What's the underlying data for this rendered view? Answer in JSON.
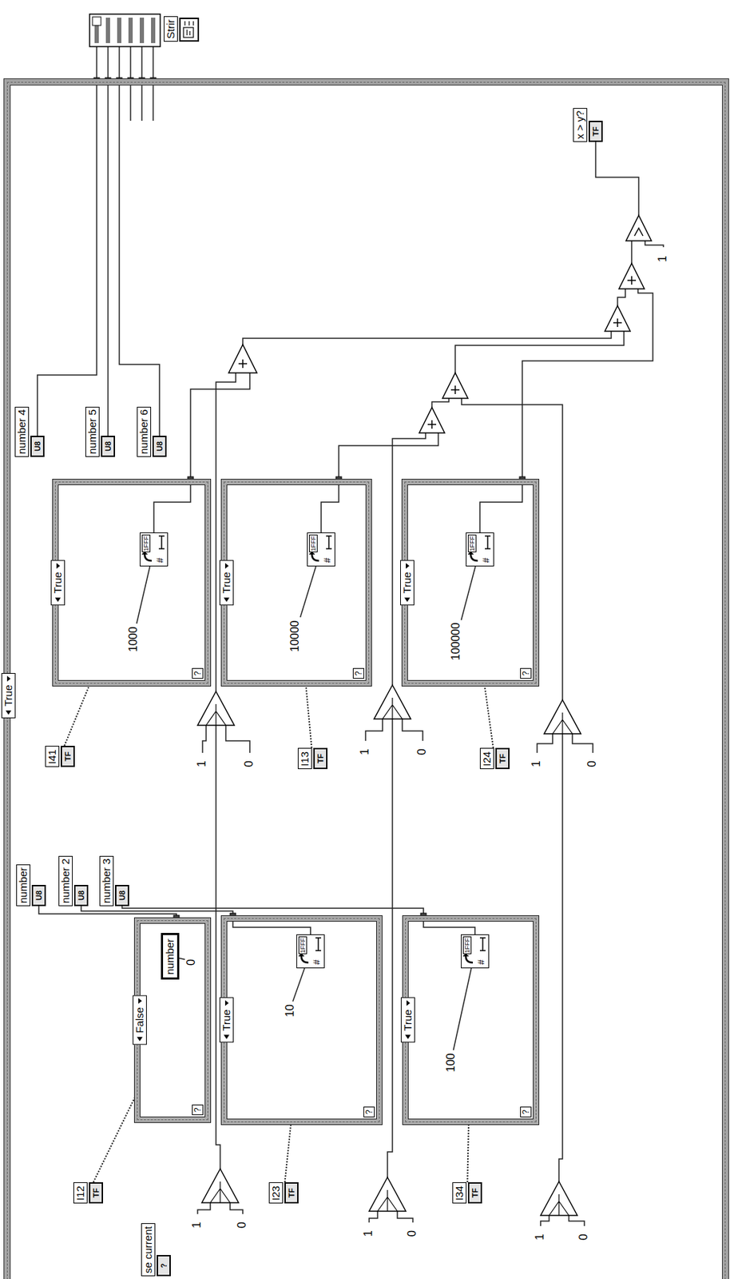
{
  "diagram": {
    "nodes": [
      {
        "text": [
          "True"
        ]
      },
      {
        "text": [
          "False",
          "?"
        ],
        "in": 0
      },
      {
        "text": [
          "number"
        ],
        "in": 1
      },
      {
        "text": [
          "0"
        ],
        "in": 1
      },
      {
        "text": [
          "True",
          "?"
        ],
        "in": 0
      },
      {
        "text": [
          "#",
          "1FFF"
        ],
        "in": 4
      },
      {
        "text": [
          "10"
        ],
        "in": 4
      },
      {
        "text": [
          "True",
          "?"
        ],
        "in": 0
      },
      {
        "text": [
          "#",
          "1FFF"
        ],
        "in": 7
      },
      {
        "text": [
          "100"
        ],
        "in": 7
      },
      {
        "text": [
          "True",
          "?"
        ],
        "in": 0
      },
      {
        "text": [
          "#",
          "1FFF"
        ],
        "in": 10
      },
      {
        "text": [
          "1000"
        ],
        "in": 10
      },
      {
        "text": [
          "True",
          "?"
        ],
        "in": 0
      },
      {
        "text": [
          "#",
          "1FFF"
        ],
        "in": 13
      },
      {
        "text": [
          "10000"
        ],
        "in": 13
      },
      {
        "text": [
          "True",
          "?"
        ],
        "in": 0
      },
      {
        "text": [
          "#",
          "1FFF"
        ],
        "in": 16
      },
      {
        "text": [
          "100000"
        ],
        "in": 16
      },
      {
        "text": [
          "number",
          "U8"
        ],
        "in": 0
      },
      {
        "text": [
          "number 2",
          "U8"
        ],
        "in": 0
      },
      {
        "text": [
          "number 3",
          "U8"
        ],
        "in": 0
      },
      {
        "text": [
          "number 4",
          "U8"
        ],
        "in": 0
      },
      {
        "text": [
          "number 5",
          "U8"
        ],
        "in": 0
      },
      {
        "text": [
          "number 6",
          "U8"
        ],
        "in": 0
      },
      {
        "text": [
          "I12",
          "TF"
        ],
        "in": 0
      },
      {
        "text": [
          "I23",
          "TF"
        ],
        "in": 0
      },
      {
        "text": [
          "I34",
          "TF"
        ],
        "in": 0
      },
      {
        "text": [
          "I41",
          "TF"
        ],
        "in": 0
      },
      {
        "text": [
          "I13",
          "TF"
        ],
        "in": 0
      },
      {
        "text": [
          "I24",
          "TF"
        ],
        "in": 0
      },
      {
        "text": [
          "1"
        ],
        "in": 0
      },
      {
        "text": [
          "0"
        ],
        "in": 0
      },
      {
        "text": [
          "1"
        ],
        "in": 0
      },
      {
        "text": [
          "0"
        ],
        "in": 0
      },
      {
        "text": [
          "1"
        ],
        "in": 0
      },
      {
        "text": [
          "0"
        ],
        "in": 0
      },
      {
        "text": [
          "1"
        ],
        "in": 0
      },
      {
        "text": [
          "0"
        ],
        "in": 0
      },
      {
        "text": [
          "1"
        ],
        "in": 0
      },
      {
        "text": [
          "0"
        ],
        "in": 0
      },
      {
        "text": [
          "1"
        ],
        "in": 0
      },
      {
        "text": [
          "0"
        ],
        "in": 0
      },
      {
        "text": [
          "1"
        ],
        "in": 0
      },
      {
        "text": [
          "x > y?",
          "TF"
        ],
        "in": 0
      },
      {
        "text": [
          "se current",
          "?"
        ],
        "in": 0
      },
      {
        "text": [
          "Strir"
        ]
      }
    ],
    "edges": [
      {
        "from": 25,
        "to": 1,
        "arrow": "none"
      },
      {
        "from": 26,
        "to": 4,
        "arrow": "none"
      },
      {
        "from": 27,
        "to": 7,
        "arrow": "none"
      },
      {
        "from": 28,
        "to": 10,
        "arrow": "none"
      },
      {
        "from": 29,
        "to": 13,
        "arrow": "none"
      },
      {
        "from": 30,
        "to": 16,
        "arrow": "none"
      },
      {
        "from": 6,
        "to": 5,
        "arrow": "none"
      },
      {
        "from": 9,
        "to": 8,
        "arrow": "none"
      },
      {
        "from": 12,
        "to": 11,
        "arrow": "none"
      },
      {
        "from": 15,
        "to": 14,
        "arrow": "none"
      },
      {
        "from": 18,
        "to": 17,
        "arrow": "none"
      },
      {
        "from": 3,
        "to": 2,
        "arrow": "none"
      }
    ]
  }
}
